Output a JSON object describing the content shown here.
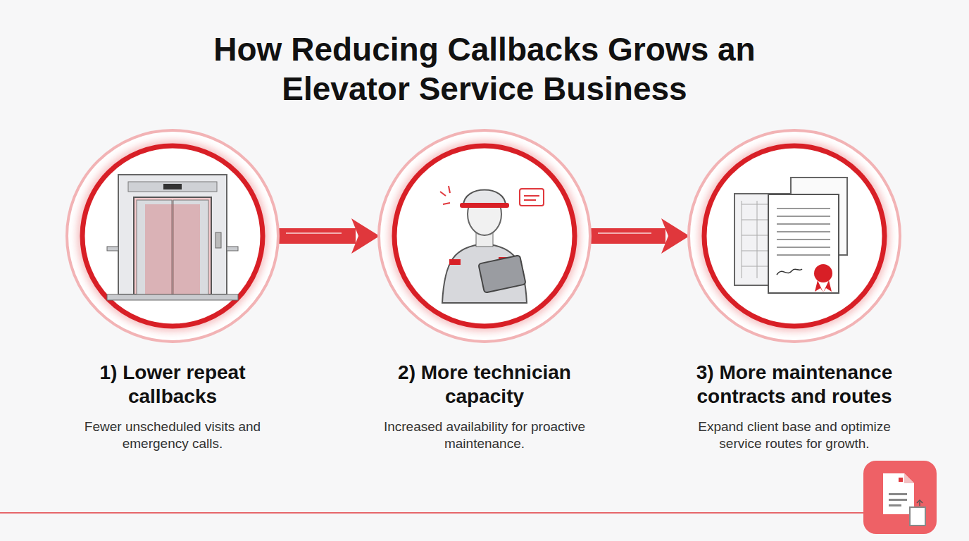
{
  "diagram": {
    "title": "How Reducing Callbacks Grows an Elevator Service Business",
    "nodes": [
      {
        "text": [
          "1) Lower repeat callbacks",
          "Fewer unscheduled visits and emergency calls."
        ]
      },
      {
        "text": [
          "2) More technician capacity",
          "Increased availability for proactive maintenance."
        ]
      },
      {
        "text": [
          "3) More maintenance contracts and routes",
          "Expand client base and optimize service routes for growth."
        ]
      }
    ],
    "edges": [
      {
        "from": 0,
        "to": 1,
        "arrow": "to"
      },
      {
        "from": 1,
        "to": 2,
        "arrow": "to"
      }
    ]
  }
}
